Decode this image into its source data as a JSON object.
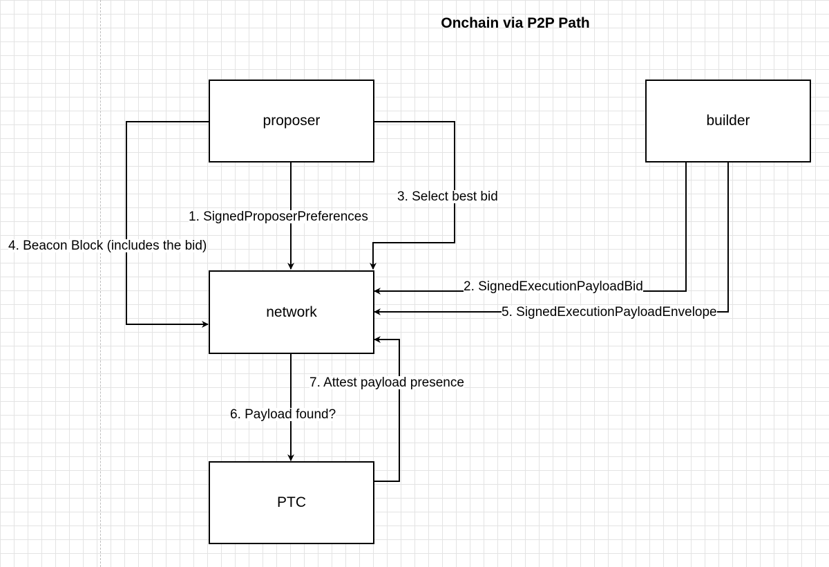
{
  "diagram": {
    "title": "Onchain via P2P Path",
    "nodes": {
      "proposer": "proposer",
      "builder": "builder",
      "network": "network",
      "ptc": "PTC"
    },
    "edges": {
      "step1": "1. SignedProposerPreferences",
      "step2": "2. SignedExecutionPayloadBid",
      "step3": "3. Select best bid",
      "step4": "4. Beacon Block (includes the bid)",
      "step5": "5. SignedExecutionPayloadEnvelope",
      "step6": "6. Payload found?",
      "step7": "7. Attest payload presence"
    },
    "colors": {
      "stroke": "#000000",
      "grid": "#e3e3e3"
    }
  }
}
